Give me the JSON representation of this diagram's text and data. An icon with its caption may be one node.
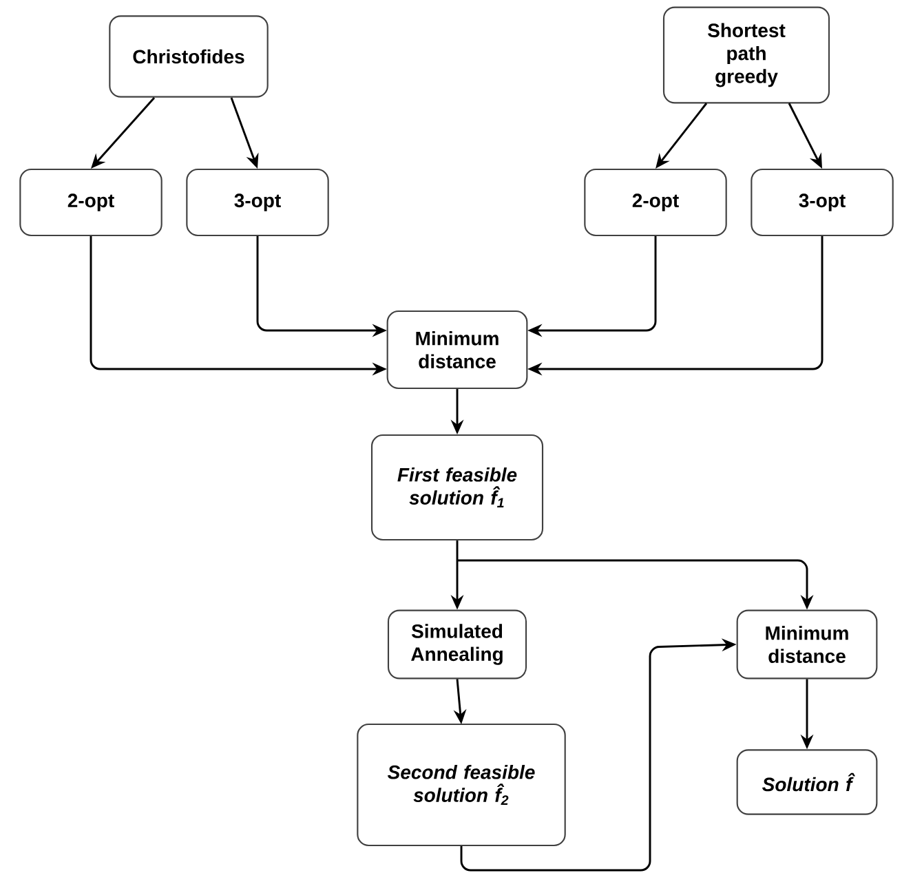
{
  "diagram": {
    "nodes": [
      {
        "text": [
          "Christofides"
        ]
      },
      {
        "text": [
          "Shortest path greedy"
        ]
      },
      {
        "text": [
          "2-opt"
        ]
      },
      {
        "text": [
          "3-opt"
        ]
      },
      {
        "text": [
          "2-opt"
        ]
      },
      {
        "text": [
          "3-opt"
        ]
      },
      {
        "text": [
          "Minimum distance"
        ]
      },
      {
        "text": [
          "First feasible solution f̂$_{1}$"
        ]
      },
      {
        "text": [
          "Simulated Annealing"
        ]
      },
      {
        "text": [
          "Second feasible solution f̂$_{2}$"
        ]
      },
      {
        "text": [
          "Minimum distance"
        ]
      },
      {
        "text": [
          "Solution f̂"
        ]
      }
    ],
    "edges": [
      {
        "from": 0,
        "to": 2,
        "arrow": "to"
      },
      {
        "from": 0,
        "to": 3,
        "arrow": "to"
      },
      {
        "from": 1,
        "to": 4,
        "arrow": "to"
      },
      {
        "from": 1,
        "to": 5,
        "arrow": "to"
      },
      {
        "from": 2,
        "to": 6,
        "arrow": "to"
      },
      {
        "from": 3,
        "to": 6,
        "arrow": "to"
      },
      {
        "from": 4,
        "to": 6,
        "arrow": "to"
      },
      {
        "from": 5,
        "to": 6,
        "arrow": "to"
      },
      {
        "from": 6,
        "to": 7,
        "arrow": "to"
      },
      {
        "from": 7,
        "to": 8,
        "arrow": "to"
      },
      {
        "from": 7,
        "to": 10,
        "arrow": "to"
      },
      {
        "from": 8,
        "to": 9,
        "arrow": "to"
      },
      {
        "from": 9,
        "to": 10,
        "arrow": "to"
      },
      {
        "from": 10,
        "to": 11,
        "arrow": "to"
      }
    ]
  }
}
